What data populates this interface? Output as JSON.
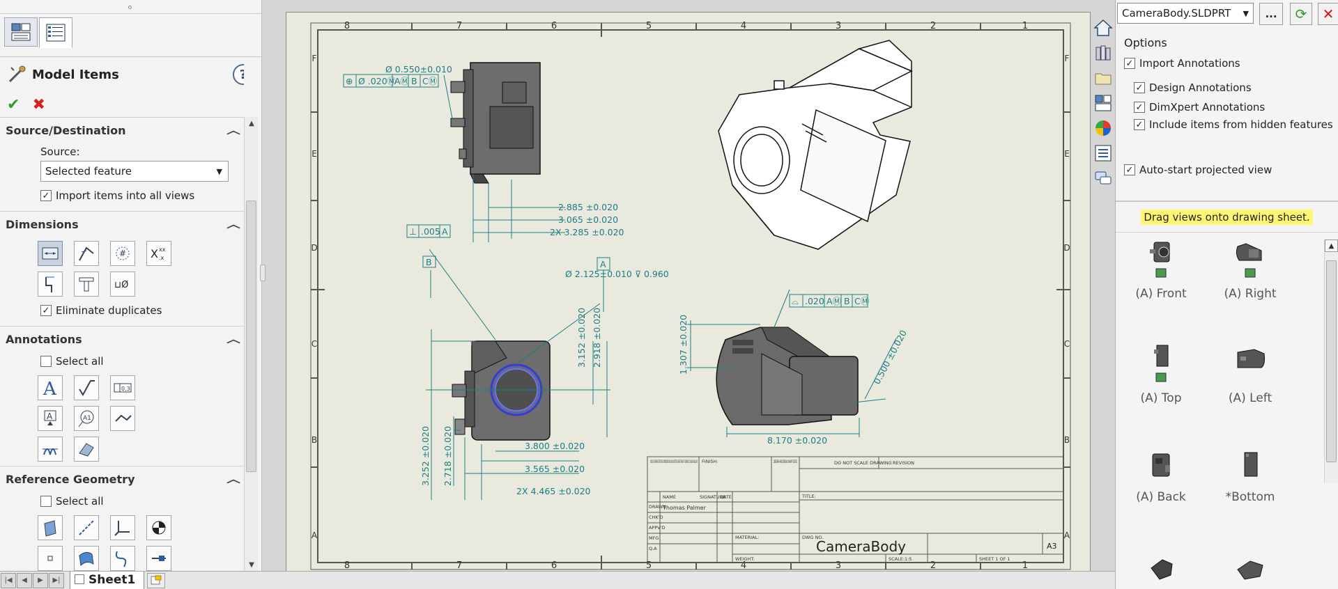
{
  "property_manager": {
    "title": "Model Items",
    "help_label": "?",
    "ok_label": "✔",
    "cancel_label": "✖",
    "source_destination": {
      "header": "Source/Destination",
      "source_label": "Source:",
      "source_value": "Selected feature",
      "import_all_views_label": "Import items into all views",
      "import_all_views_checked": true
    },
    "dimensions": {
      "header": "Dimensions",
      "eliminate_duplicates_label": "Eliminate duplicates",
      "eliminate_duplicates_checked": true
    },
    "annotations": {
      "header": "Annotations",
      "select_all_label": "Select all",
      "select_all_checked": false
    },
    "reference_geometry": {
      "header": "Reference Geometry",
      "select_all_label": "Select all",
      "select_all_checked": false
    }
  },
  "sheet_tabs": {
    "active_tab": "Sheet1"
  },
  "drawing": {
    "border_columns": [
      "8",
      "7",
      "6",
      "5",
      "4",
      "3",
      "2",
      "1"
    ],
    "border_rows": [
      "F",
      "E",
      "D",
      "C",
      "B",
      "A"
    ],
    "dimensions": {
      "d1": "Ø 0.550±0.010",
      "d2": "2.885 ±0.020",
      "d3": "3.065 ±0.020",
      "d4": "2X 3.285 ±0.020",
      "d5": "Ø 2.125±0.010 ⊽ 0.960",
      "d6": "3.152 ±0.020",
      "d7": "2.918 ±0.020",
      "d8": "3.800 ±0.020",
      "d9": "3.565 ±0.020",
      "d10": "2X 4.465 ±0.020",
      "d11": "3.252 ±0.020",
      "d12": "2.718 ±0.020",
      "d13": "1.307 ±0.020",
      "d14": "0.500 ±0.020",
      "d15": "8.170 ±0.020"
    },
    "fcf1": {
      "symbol": "⊕",
      "tol": "Ø .020Ⓜ",
      "a": "AⓂ",
      "b": "B",
      "c": "CⓂ"
    },
    "fcf2": {
      "symbol": "⊥",
      "tol": ".005",
      "a": "A"
    },
    "fcf3": {
      "symbol": "⌓",
      "tol": ".020",
      "a": "AⓂ",
      "b": "B",
      "c": "CⓂ"
    },
    "datum_a": "A",
    "datum_b": "B",
    "title_block": {
      "part_name": "CameraBody",
      "size": "A3",
      "drawn_by": "Thomas Palmer",
      "name_col": "NAME",
      "signature_col": "SIGNATURE",
      "date_col": "DATE",
      "do_not_scale": "DO NOT SCALE DRAWING",
      "revision": "REVISION",
      "title_label": "TITLE:",
      "material_label": "MATERIAL:",
      "dwg_label": "DWG NO.",
      "weight_label": "WEIGHT:",
      "scale_label": "SCALE:1:5",
      "sheet_label": "SHEET 1 OF 1",
      "rows": [
        "DRAWN",
        "CHK'D",
        "APPV'D",
        "MFG",
        "Q.A"
      ],
      "unless_note": "UNLESS OTHERWISE SPECIFIED: DIMENSIONS ARE IN MILLIMETERS SURFACE FINISH: TOLERANCES: LINEAR: ANGULAR:",
      "finish_label": "FINISH:",
      "deburr_note": "DEBURR AND BREAK SHARP EDGES"
    }
  },
  "view_palette": {
    "document": "CameraBody.SLDPRT",
    "browse_label": "...",
    "options_label": "Options",
    "import_annotations_label": "Import Annotations",
    "import_annotations_checked": true,
    "design_annotations_label": "Design Annotations",
    "design_annotations_checked": true,
    "dimxpert_label": "DimXpert Annotations",
    "dimxpert_checked": true,
    "hidden_features_label": "Include items from hidden features",
    "hidden_features_checked": true,
    "auto_start_label": "Auto-start projected view",
    "auto_start_checked": true,
    "drag_hint": "Drag views onto drawing sheet.",
    "views": [
      {
        "label": "(A) Front"
      },
      {
        "label": "(A) Right"
      },
      {
        "label": "(A) Top"
      },
      {
        "label": "(A) Left"
      },
      {
        "label": "(A) Back"
      },
      {
        "label": "*Bottom"
      }
    ]
  },
  "colors": {
    "annotation": "#1a7e86",
    "sheet": "#eae9de",
    "accent_blue": "#2c4a70",
    "highlight": "#fff673"
  }
}
